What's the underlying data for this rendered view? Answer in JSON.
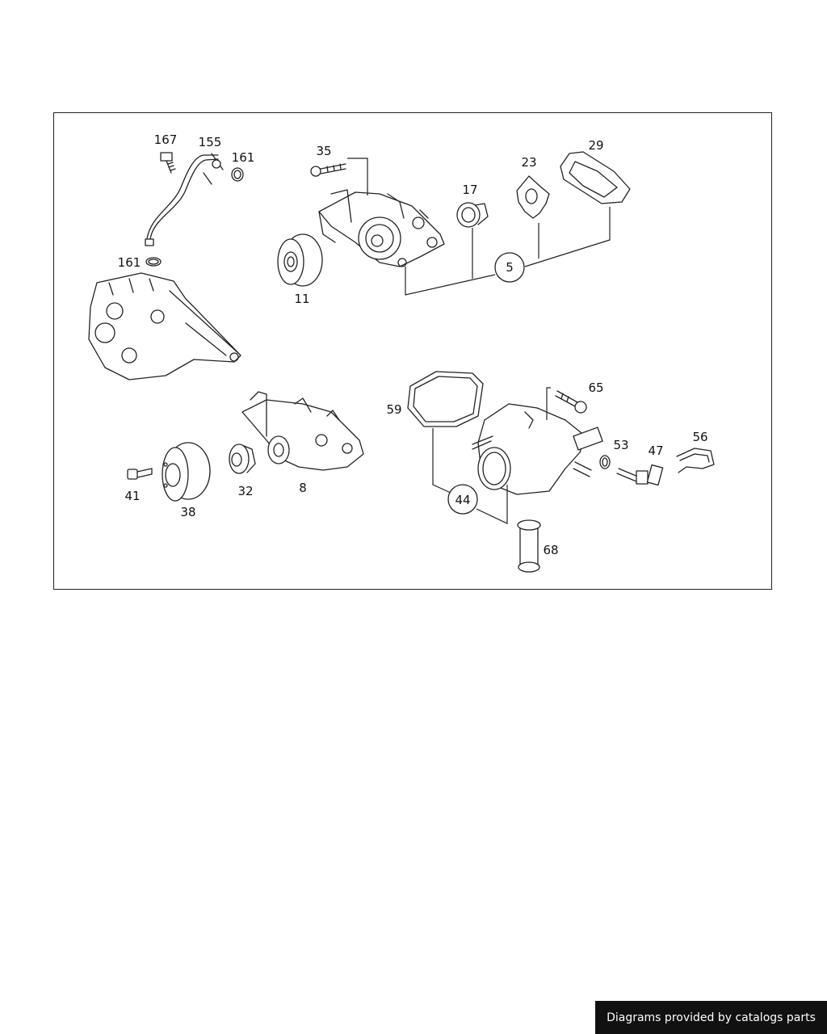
{
  "callouts": {
    "c167": "167",
    "c155": "155",
    "c161a": "161",
    "c161b": "161",
    "c35": "35",
    "c17": "17",
    "c23": "23",
    "c29": "29",
    "c11": "11",
    "c5": "5",
    "c41": "41",
    "c38": "38",
    "c32": "32",
    "c8": "8",
    "c59": "59",
    "c65": "65",
    "c53": "53",
    "c47": "47",
    "c56": "56",
    "c44": "44",
    "c68": "68"
  },
  "footer": {
    "text": "Diagrams provided by catalogs parts"
  }
}
